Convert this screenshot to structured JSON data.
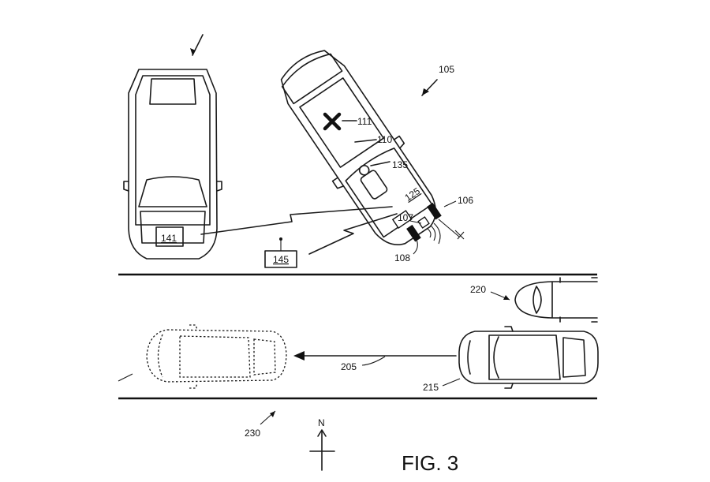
{
  "figure": {
    "title": "FIG. 3"
  },
  "labels": {
    "vehicle_105": "105",
    "sensor_106": "106",
    "sensor_107": "107",
    "sensor_108": "108",
    "occupant_110": "110",
    "marker_111": "111",
    "display_125": "125",
    "device_135": "135",
    "vehicle_unit_141": "141",
    "station_145": "145",
    "path_205": "205",
    "vehicle_215": "215",
    "vehicle_220": "220",
    "road_230": "230",
    "compass_north": "N"
  }
}
